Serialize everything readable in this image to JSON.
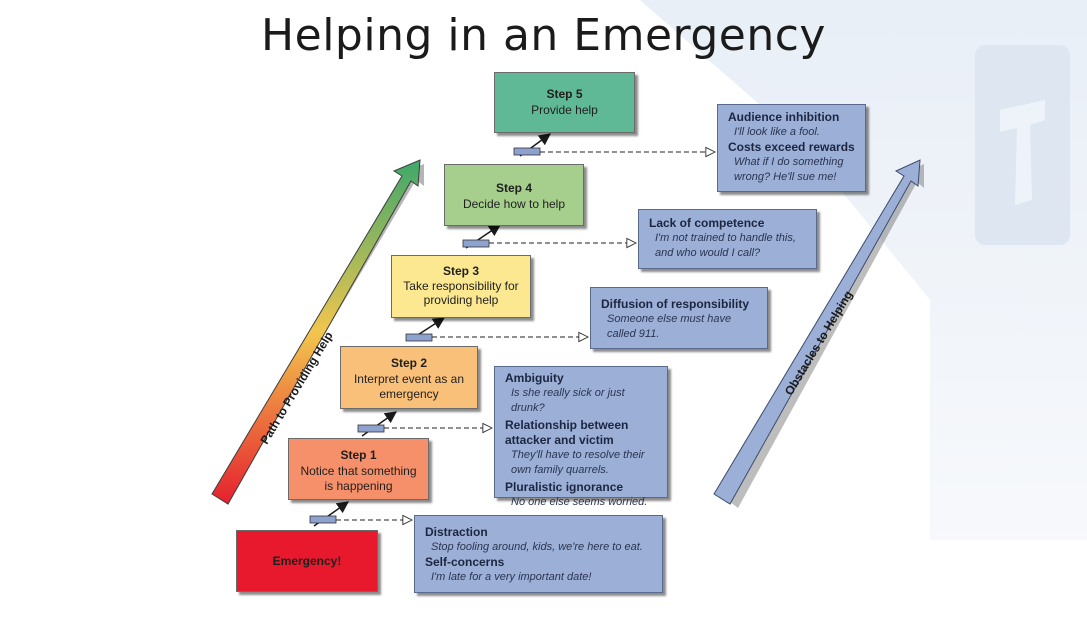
{
  "title": "Helping in an Emergency",
  "colors": {
    "emergency": "#e8192c",
    "step1": "#f6906a",
    "step2": "#f9c07a",
    "step3": "#fbe891",
    "step4": "#a6cf8e",
    "step5": "#5fb896",
    "obstacle": "#9bafd7"
  },
  "start": "Emergency!",
  "steps": [
    {
      "title": "Step 1",
      "text": "Notice that something is happening"
    },
    {
      "title": "Step 2",
      "text": "Interpret event as an emergency"
    },
    {
      "title": "Step 3",
      "text": "Take responsibility for providing help"
    },
    {
      "title": "Step 4",
      "text": "Decide how to help"
    },
    {
      "title": "Step 5",
      "text": "Provide help"
    }
  ],
  "path_label": "Path to Providing Help",
  "obstacles_label": "Obstacles to Helping",
  "obstacles": [
    {
      "items": [
        {
          "heading": "Distraction",
          "quote": "Stop fooling around, kids, we're here to eat."
        },
        {
          "heading": "Self-concerns",
          "quote": "I'm late for a very important date!"
        }
      ]
    },
    {
      "items": [
        {
          "heading": "Ambiguity",
          "quote": "Is she really sick or just drunk?"
        },
        {
          "heading": "Relationship between attacker and victim",
          "quote": "They'll have to resolve their own family quarrels."
        },
        {
          "heading": "Pluralistic ignorance",
          "quote": "No one else seems worried."
        }
      ]
    },
    {
      "items": [
        {
          "heading": "Diffusion of responsibility",
          "quote": "Someone else must have called 911."
        }
      ]
    },
    {
      "items": [
        {
          "heading": "Lack of competence",
          "quote": "I'm not trained to handle this, and who would I call?"
        }
      ]
    },
    {
      "items": [
        {
          "heading": "Audience inhibition",
          "quote": "I'll look like a fool."
        },
        {
          "heading": "Costs exceed rewards",
          "quote": "What if I do something wrong? He'll sue me!"
        }
      ]
    }
  ]
}
